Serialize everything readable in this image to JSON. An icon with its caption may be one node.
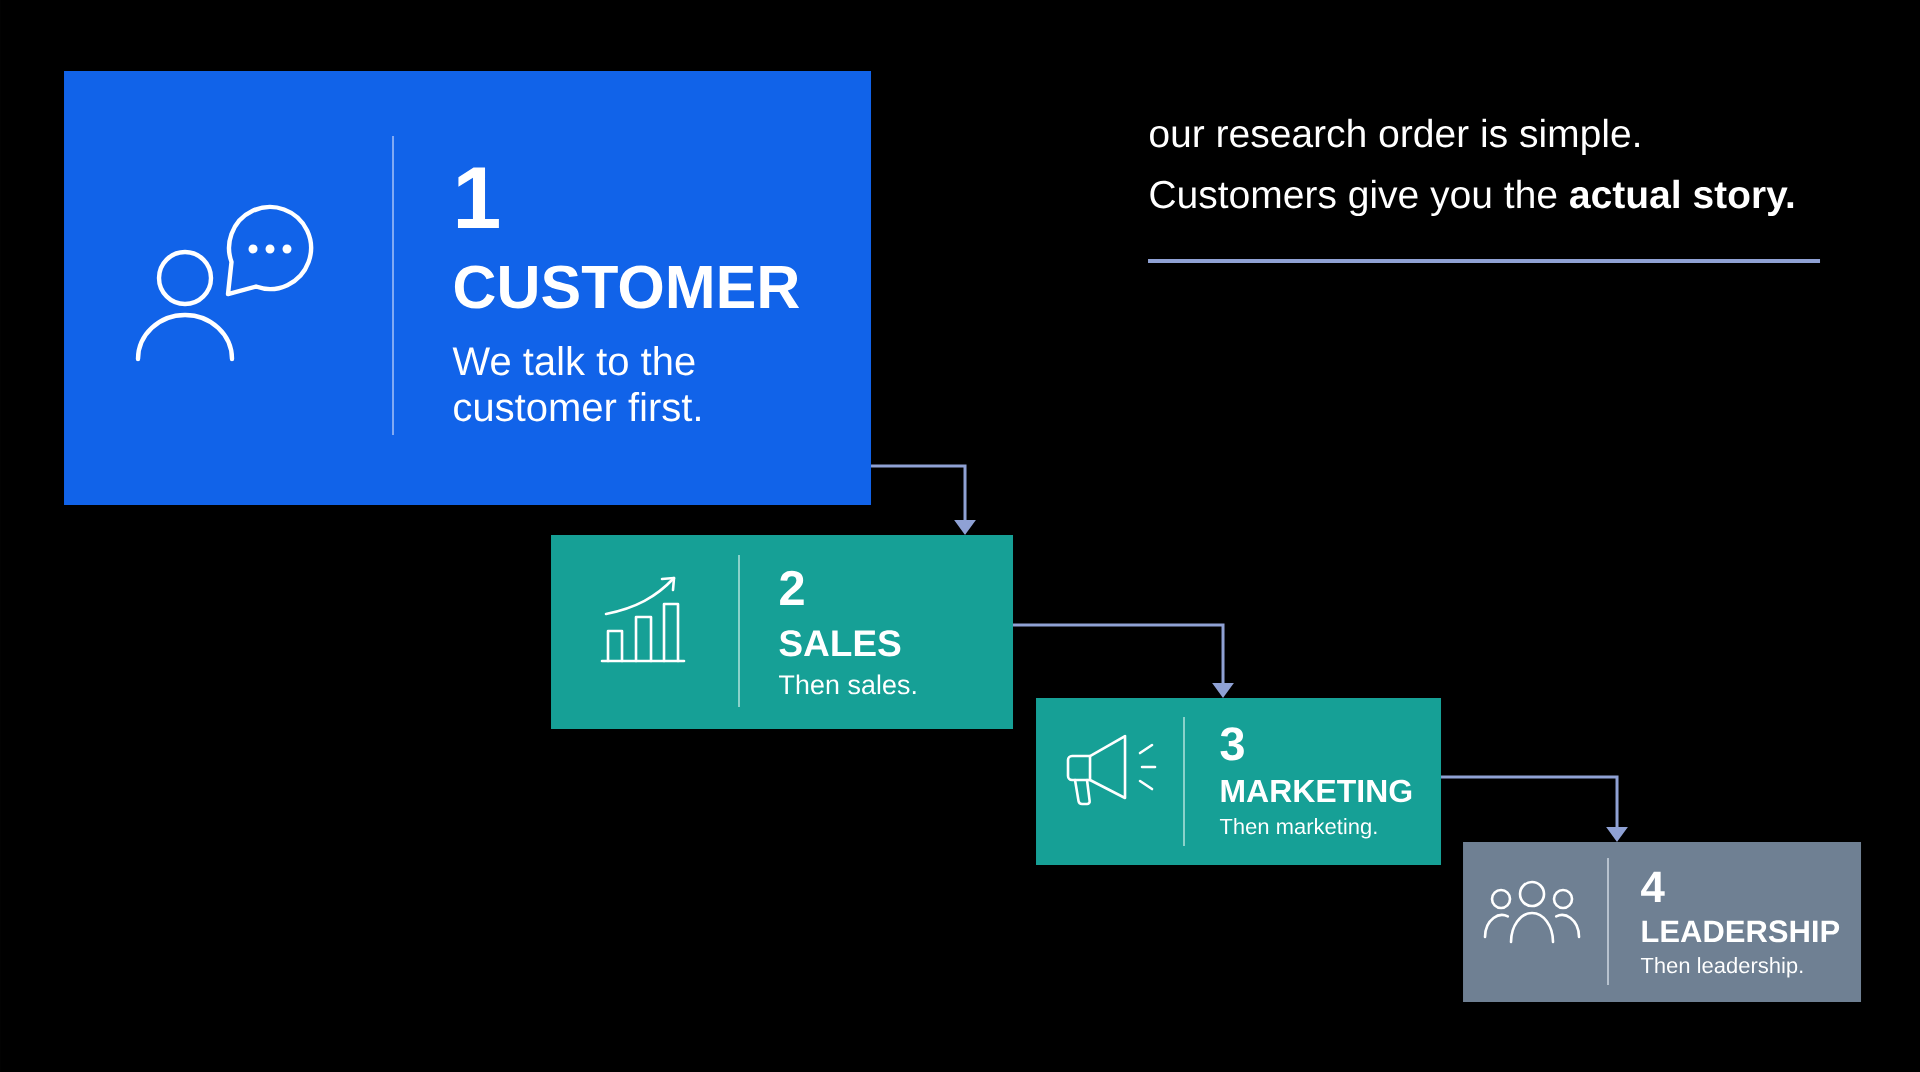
{
  "diagram": {
    "nodes": [
      {
        "text": [
          "1",
          "CUSTOMER",
          "We talk to the customer first."
        ]
      },
      {
        "text": [
          "2",
          "SALES",
          "Then sales."
        ]
      },
      {
        "text": [
          "3",
          "MARKETING",
          "Then marketing."
        ]
      },
      {
        "text": [
          "4",
          "LEADERSHIP",
          "Then leadership."
        ]
      }
    ],
    "edges": [
      {
        "from": 0,
        "to": 1,
        "arrow": "to"
      },
      {
        "from": 1,
        "to": 2,
        "arrow": "to"
      },
      {
        "from": 2,
        "to": 3,
        "arrow": "to"
      }
    ],
    "labels": [
      "our research order is simple.",
      "Customers give you the **actual story.**"
    ]
  }
}
